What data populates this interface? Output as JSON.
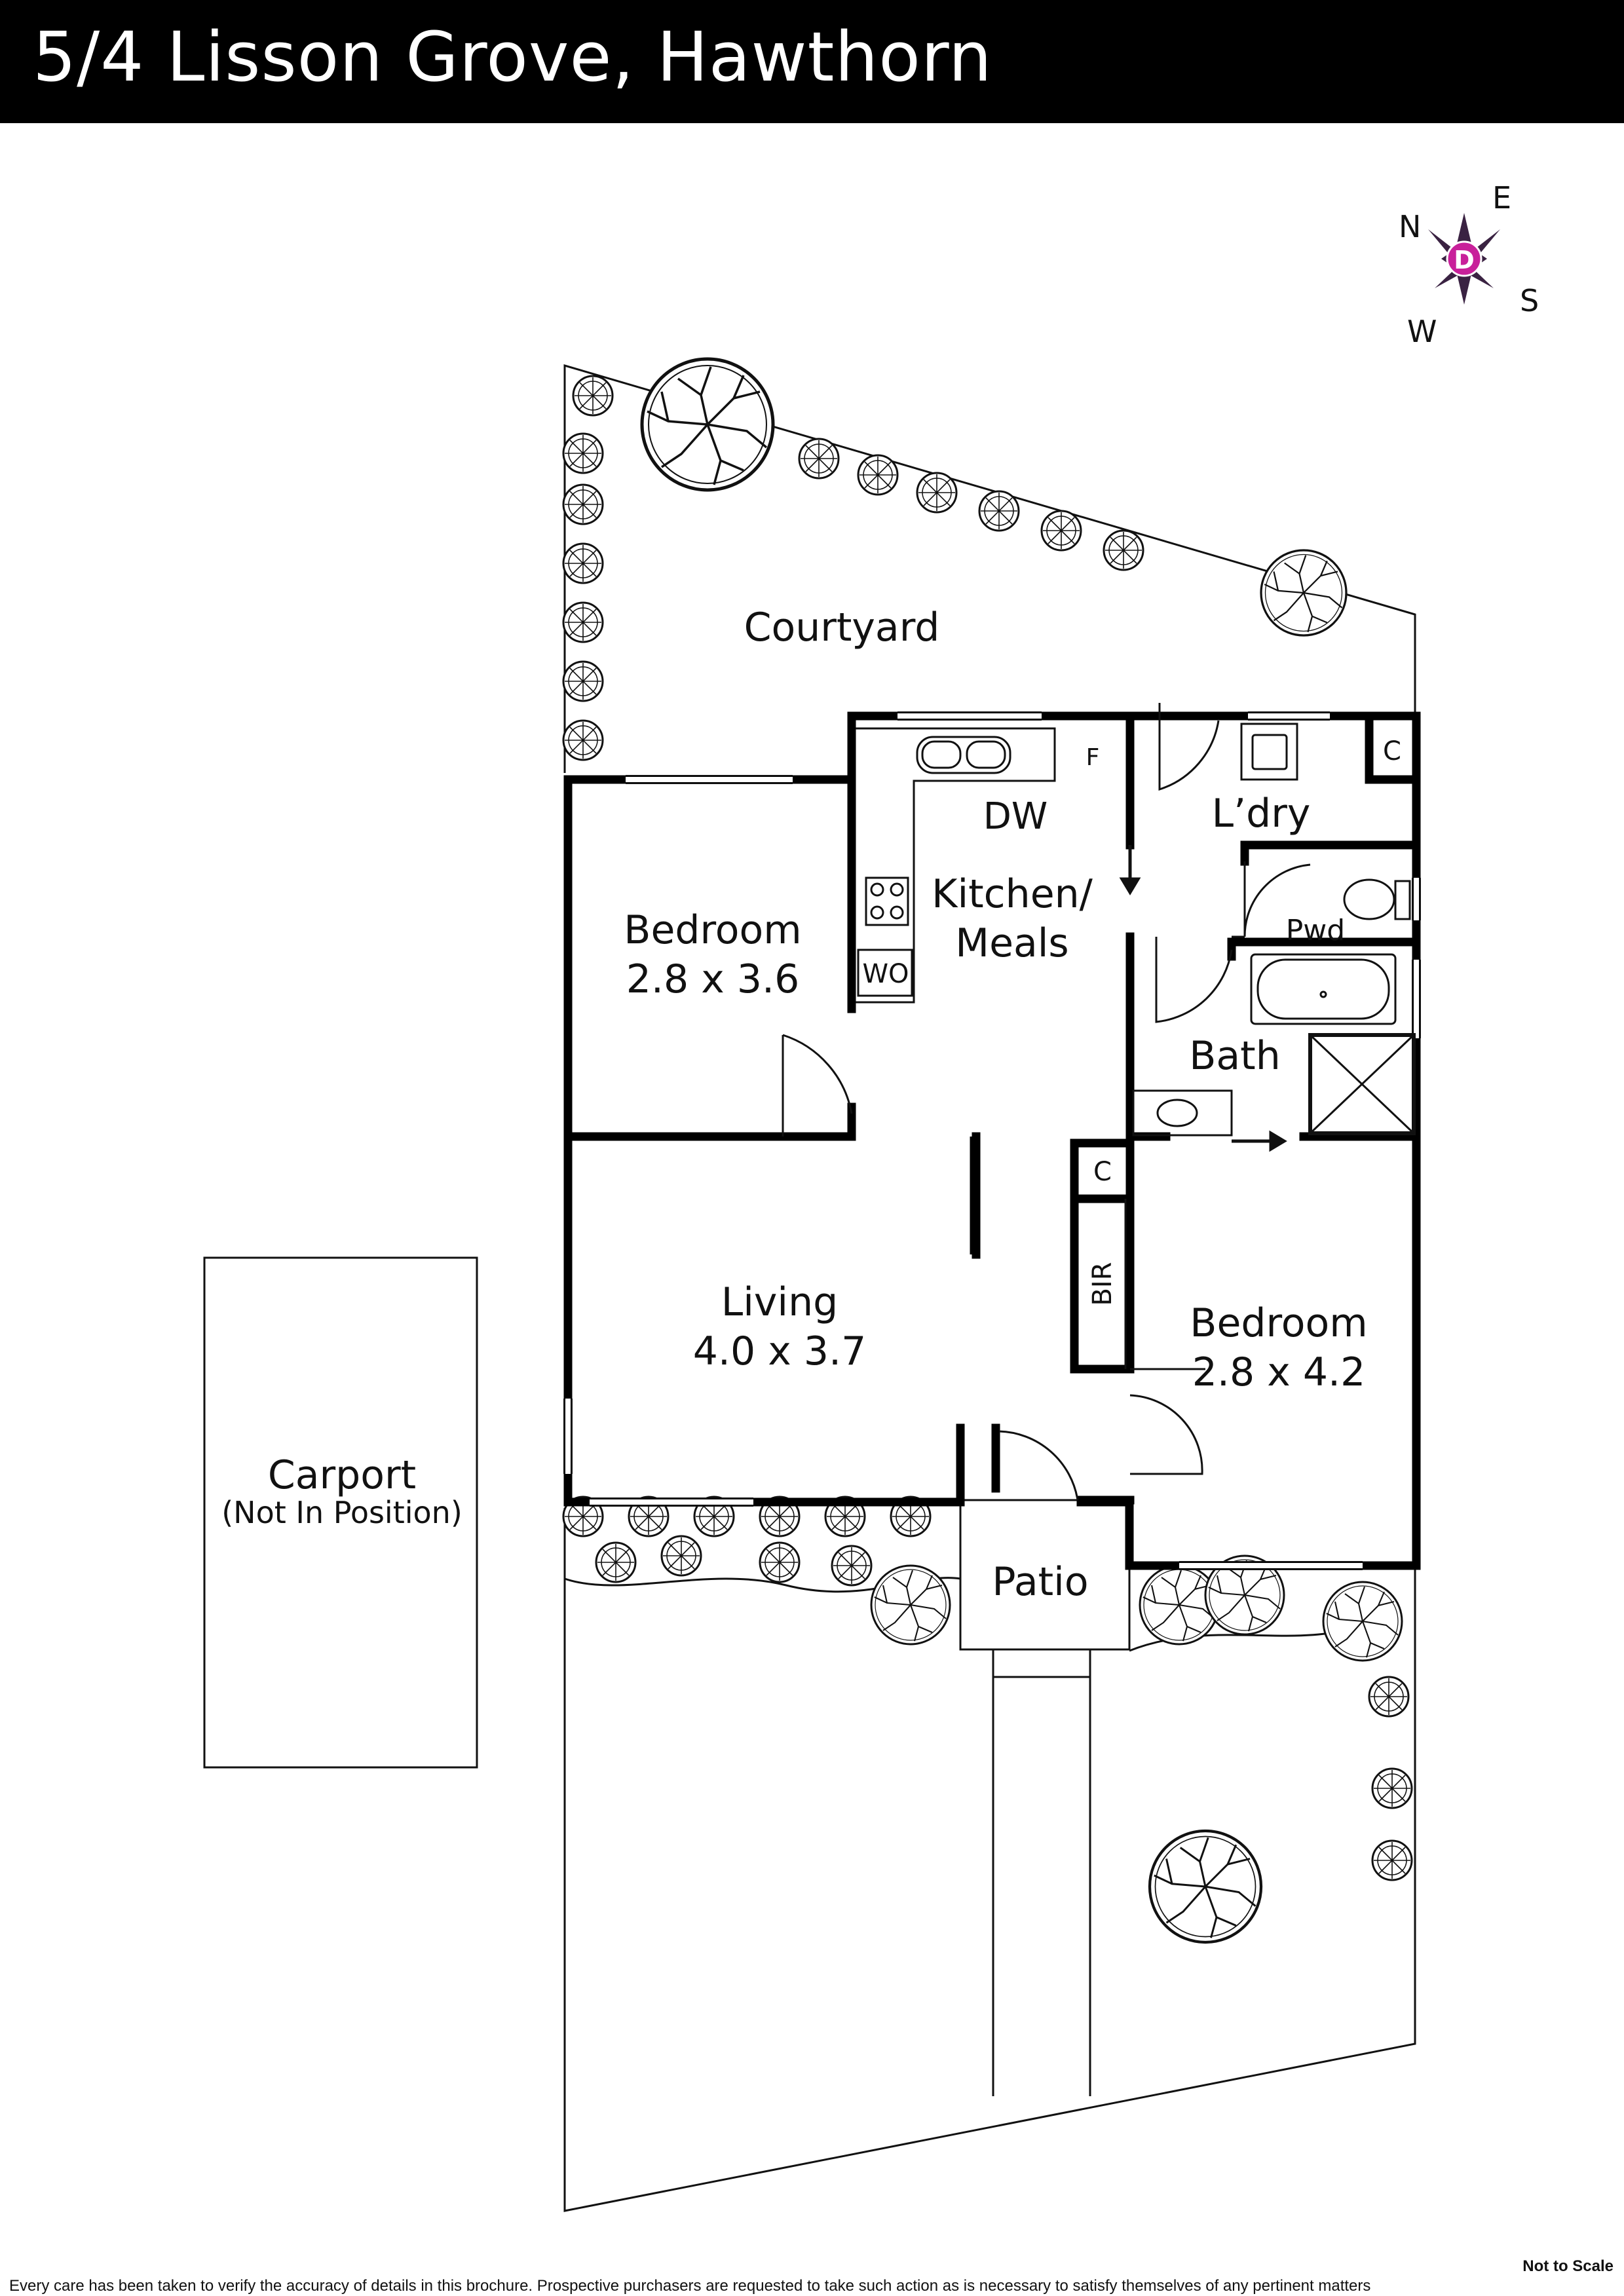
{
  "header": {
    "title": "5/4 Lisson Grove, Hawthorn"
  },
  "compass": {
    "north": "N",
    "east": "E",
    "south": "S",
    "west": "W",
    "badge": "D",
    "badge_color": "#c8209a"
  },
  "rooms": {
    "courtyard": "Courtyard",
    "bedroom1": {
      "name": "Bedroom",
      "size": "2.8 x 3.6"
    },
    "kitchen": {
      "line1": "Kitchen/",
      "line2": "Meals"
    },
    "dw": "DW",
    "fridge": "F",
    "wall_oven": "WO",
    "laundry": "L’dry",
    "cupboard_laundry": "C",
    "powder": "Pwd",
    "bath": "Bath",
    "cupboard_hall": "C",
    "bir": "BIR",
    "living": {
      "name": "Living",
      "size": "4.0 x 3.7"
    },
    "bedroom2": {
      "name": "Bedroom",
      "size": "2.8 x 4.2"
    },
    "patio": "Patio",
    "carport": {
      "name": "Carport",
      "note": "(Not In Position)"
    }
  },
  "footer": {
    "scale_note": "Not to Scale",
    "disclaimer": "Every care has been taken to verify the accuracy of details in this brochure. Prospective purchasers are requested to take such action as is necessary to satisfy themselves of any pertinent matters"
  }
}
